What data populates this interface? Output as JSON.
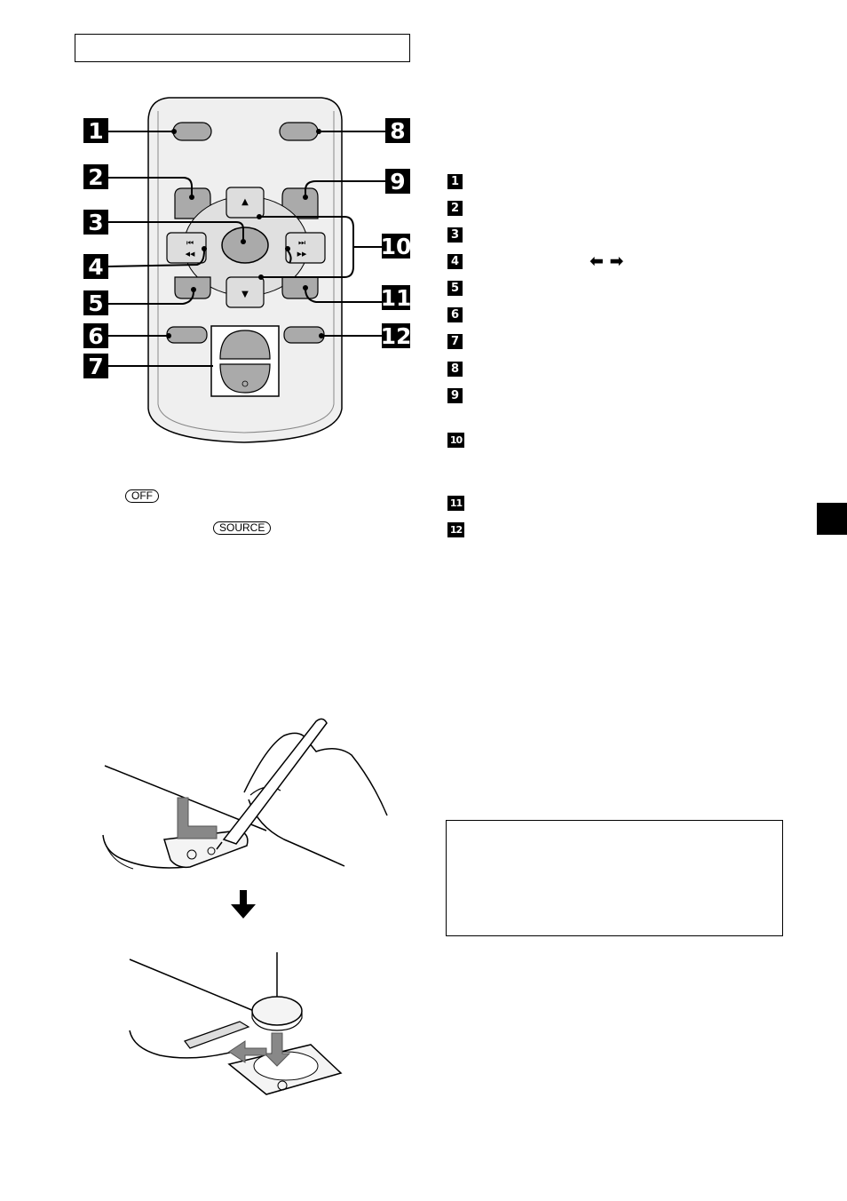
{
  "remote_callouts": [
    "1",
    "2",
    "3",
    "4",
    "5",
    "6",
    "7",
    "8",
    "9",
    "10",
    "11",
    "12"
  ],
  "button_glyphs": {
    "up": "▲",
    "down": "▼",
    "prev_top": "⏮",
    "prev_bottom": "◀◀",
    "next_top": "⏭",
    "next_bottom": "▶▶"
  },
  "list_numbers": [
    "1",
    "2",
    "3",
    "4",
    "5",
    "6",
    "7",
    "8",
    "9",
    "10",
    "11",
    "12"
  ],
  "item4_arrows": "⬅ ➡",
  "buttons": {
    "off_label": "OFF",
    "source_label": "SOURCE"
  }
}
